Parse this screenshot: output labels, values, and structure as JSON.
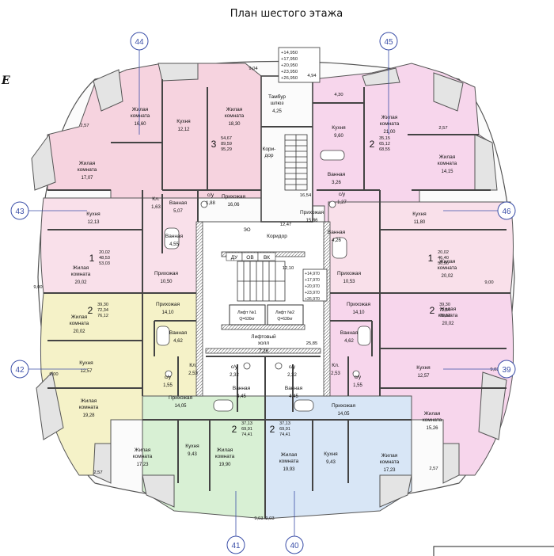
{
  "title": "План шестого этажа",
  "edge_label": "E",
  "colors": {
    "pink": "#f6d3df",
    "lightpink": "#f9e0ea",
    "magenta": "#f7d6ec",
    "yellow": "#f5f2c8",
    "cream": "#f6f0d8",
    "green": "#d8f0d4",
    "blue": "#d8e6f6",
    "wall": "#4d4d4d",
    "line": "#333333",
    "marker": "#3b4fa8"
  },
  "markers": {
    "m44": "44",
    "m45": "45",
    "m43": "43",
    "m46": "46",
    "m42": "42",
    "m39": "39",
    "m41": "41",
    "m40": "40"
  },
  "elevations_top": [
    "+14,950",
    "+17,950",
    "+20,950",
    "+23,950",
    "+26,950"
  ],
  "elevations_mid": [
    "+14,970",
    "+17,970",
    "+20,970",
    "+23,970",
    "+26,970"
  ],
  "rooms": {
    "r01": {
      "name": "Жилая комната",
      "area": "16,60"
    },
    "r02": {
      "name": "Кухня",
      "area": "12,12"
    },
    "r03": {
      "name": "Жилая комната",
      "area": "18,30"
    },
    "r04": {
      "name": "Тамбур шлюз",
      "area": "4,25"
    },
    "r05": {
      "name": "Кори- дор",
      "area": ""
    },
    "r06": {
      "name": "Кухня",
      "area": "9,60"
    },
    "r07": {
      "name": "Жилая комната",
      "area": "21,00"
    },
    "r08": {
      "name": "Жилая комната",
      "area": "17,07"
    },
    "r09": {
      "name": "Жилая комната",
      "area": "14,15"
    },
    "r10": {
      "name": "Кухня",
      "area": "12,13"
    },
    "r11": {
      "name": "Кл.",
      "area": "1,63"
    },
    "r12": {
      "name": "Ванная",
      "area": "5,07"
    },
    "r13": {
      "name": "с/у",
      "area": "1,88"
    },
    "r14": {
      "name": "Прихожая",
      "area": "16,06"
    },
    "r15": {
      "name": "Ванная",
      "area": "3,26"
    },
    "r16": {
      "name": "с/у",
      "area": "1,27"
    },
    "r17": {
      "name": "Прихожая",
      "area": "15,86"
    },
    "r18": {
      "name": "Кухня",
      "area": "11,80"
    },
    "r19": {
      "name": "Ванная",
      "area": "4,55"
    },
    "r20": {
      "name": "Коридор",
      "area": ""
    },
    "r21": {
      "name": "Ванная",
      "area": "4,26"
    },
    "r22": {
      "name": "Жилая комната",
      "area": "20,02"
    },
    "r23": {
      "name": "Прихожая",
      "area": "10,50"
    },
    "r24": {
      "name": "Прихожая",
      "area": "10,53"
    },
    "r25": {
      "name": "Жилая комната",
      "area": "20,02"
    },
    "r26": {
      "name": "Прихожая",
      "area": "14,10"
    },
    "r27": {
      "name": "Прихожая",
      "area": "14,10"
    },
    "r28": {
      "name": "Жилая комната",
      "area": "20,02"
    },
    "r29": {
      "name": "Жилая комната",
      "area": "20,02"
    },
    "r30": {
      "name": "Ванная",
      "area": "4,62"
    },
    "r31": {
      "name": "Ванная",
      "area": "4,62"
    },
    "r32": {
      "name": "Лифтовый холл",
      "area": "7,26"
    },
    "r33": {
      "name": "Кухня",
      "area": "12,57"
    },
    "r34": {
      "name": "Кухня",
      "area": "12,57"
    },
    "r35": {
      "name": "Кл.",
      "area": "2,53"
    },
    "r36": {
      "name": "с/у",
      "area": "1,55"
    },
    "r37": {
      "name": "с/у",
      "area": "2,32"
    },
    "r38": {
      "name": "с/у",
      "area": "2,32"
    },
    "r39": {
      "name": "Кл.",
      "area": "2,53"
    },
    "r40": {
      "name": "с/у",
      "area": "1,55"
    },
    "r41": {
      "name": "Ванная",
      "area": "4,45"
    },
    "r42": {
      "name": "Ванная",
      "area": "4,45"
    },
    "r43": {
      "name": "Прихожая",
      "area": "14,05"
    },
    "r44": {
      "name": "Прихожая",
      "area": "14,05"
    },
    "r45": {
      "name": "Жилая комната",
      "area": "19,28"
    },
    "r46": {
      "name": "Жилая комната",
      "area": "15,26"
    },
    "r47": {
      "name": "Жилая комната",
      "area": "17,23"
    },
    "r48": {
      "name": "Кухня",
      "area": "9,43"
    },
    "r49": {
      "name": "Жилая комната",
      "area": "19,90"
    },
    "r50": {
      "name": "Жилая комната",
      "area": "19,93"
    },
    "r51": {
      "name": "Кухня",
      "area": "9,43"
    },
    "r52": {
      "name": "Жилая комната",
      "area": "17,23"
    }
  },
  "small_areas": {
    "a01": "9,04",
    "a02": "4,94",
    "a03": "4,30",
    "a04": "2,57",
    "a05": "2,57",
    "a06": "16,54",
    "a07": "12,47",
    "a08": "9,00",
    "a09": "9,00",
    "a10": "9,00",
    "a11": "9,03",
    "a12": "2,57",
    "a13": "2,57",
    "a14": "9,03",
    "a15": "9,03",
    "a16": "12,10",
    "a17": "25,85"
  },
  "apartments": {
    "ap45": {
      "rooms": "3",
      "areas": [
        "54,67",
        "89,59",
        "95,29"
      ]
    },
    "ap46": {
      "rooms": "2",
      "areas": [
        "35,15",
        "65,12",
        "68,55"
      ]
    },
    "ap43": {
      "rooms": "1",
      "areas": [
        "20,02",
        "48,53",
        "53,03"
      ]
    },
    "ap46b": {
      "rooms": "1",
      "areas": [
        "20,02",
        "46,40",
        "50,90"
      ]
    },
    "ap42": {
      "rooms": "2",
      "areas": [
        "39,30",
        "72,34",
        "76,12"
      ]
    },
    "ap39": {
      "rooms": "2",
      "areas": [
        "39,30",
        "72,34",
        "76,12"
      ]
    },
    "ap41": {
      "rooms": "2",
      "areas": [
        "37,13",
        "69,91",
        "74,41"
      ]
    },
    "ap40": {
      "rooms": "2",
      "areas": [
        "37,13",
        "69,91",
        "74,41"
      ]
    }
  },
  "core": {
    "du": "ДУ",
    "ov": "ОВ",
    "vk": "ВК",
    "lift1": "Лифт №1",
    "lift1_q": "Q=630кг",
    "lift2": "Лифт №2",
    "lift2_q": "Q=630кг",
    "eo": "ЭО"
  }
}
